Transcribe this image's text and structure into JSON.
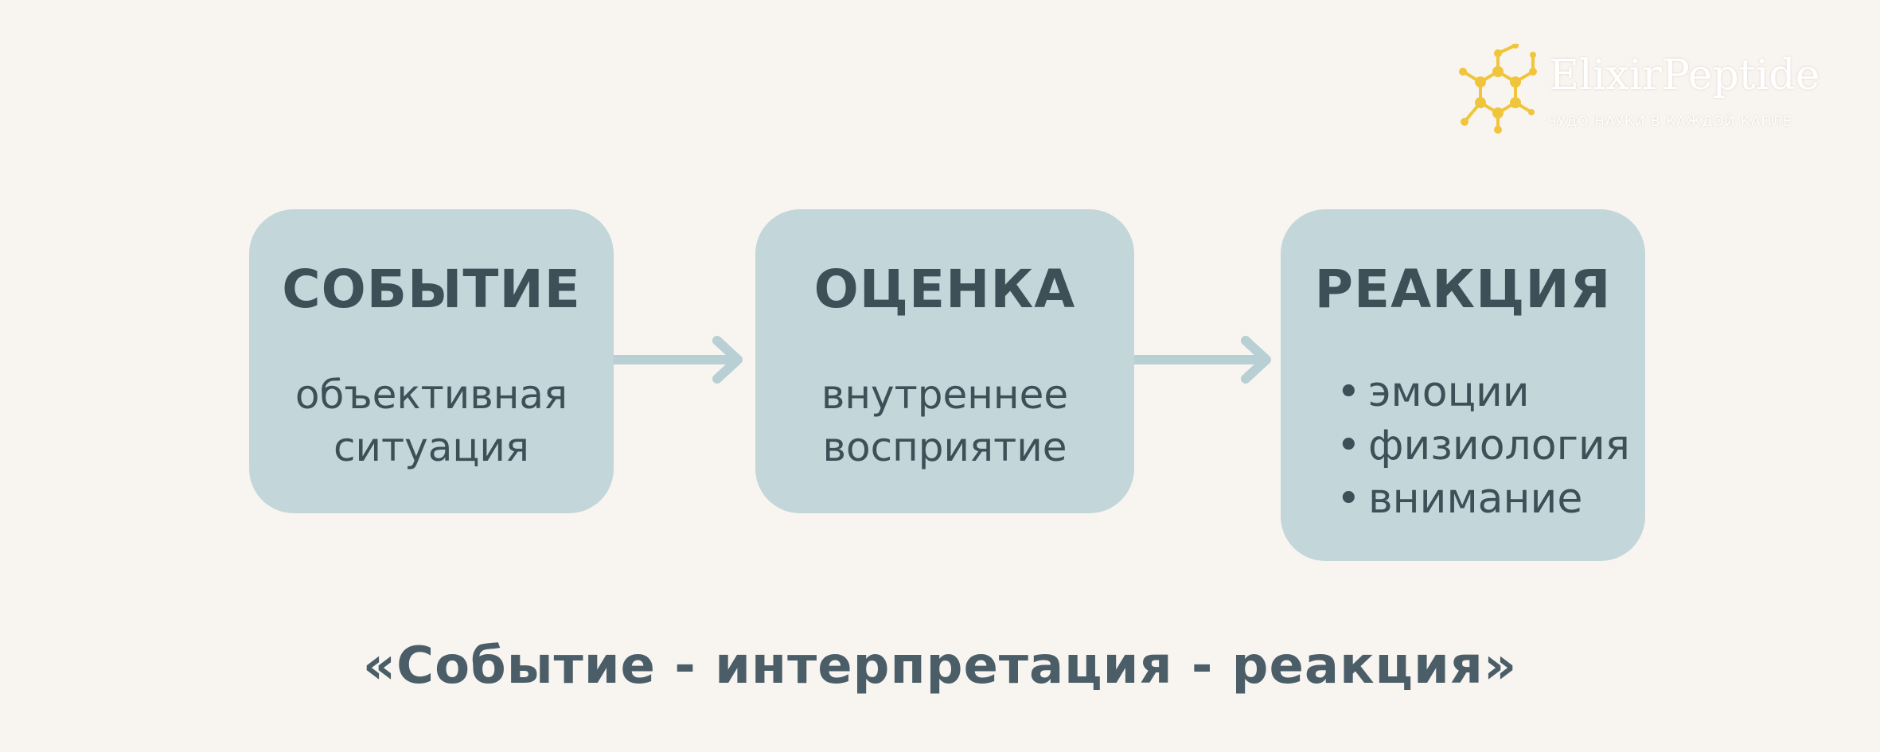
{
  "boxes": [
    {
      "title": "СОБЫТИЕ",
      "lines": [
        "объективная",
        "ситуация"
      ]
    },
    {
      "title": "ОЦЕНКА",
      "lines": [
        "внутреннее",
        "восприятие"
      ]
    },
    {
      "title": "РЕАКЦИЯ",
      "bullets": [
        "эмоции",
        "физиология",
        "внимание"
      ]
    }
  ],
  "bullet_symbol": "•",
  "tagline": "«Событие - интерпретация - реакция»",
  "logo": {
    "name": "ElixirPeptide",
    "subtitle": "ЧУДО НАУКИ В КАЖДОЙ КАПЛЕ"
  },
  "colors": {
    "background": "#f8f5f1",
    "box_fill": "#c3d6da",
    "box_text": "#3e5057",
    "arrow": "#b8cfd4",
    "tagline": "#4b5e68",
    "logo_accent": "#f0c53c"
  }
}
